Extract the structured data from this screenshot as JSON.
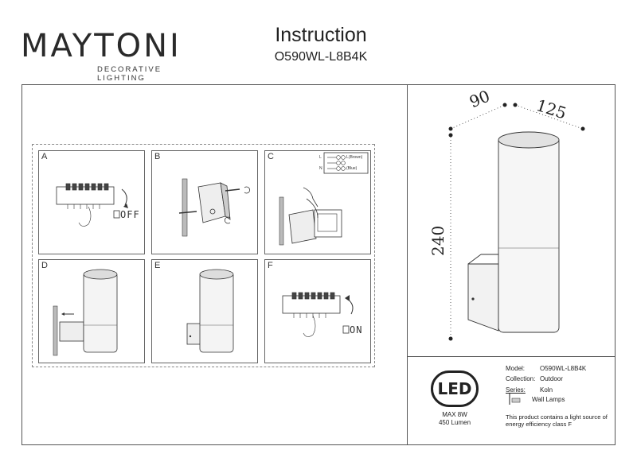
{
  "brand": {
    "name": "MAYTONI",
    "tagline": "DECORATIVE LIGHTING"
  },
  "header": {
    "title": "Instruction",
    "model": "O590WL-L8B4K"
  },
  "steps": [
    {
      "label": "A",
      "state_text": "OFF"
    },
    {
      "label": "B"
    },
    {
      "label": "C",
      "wire_labels": [
        "L",
        "N",
        "L(Brown)",
        "(Blue)"
      ]
    },
    {
      "label": "D"
    },
    {
      "label": "E"
    },
    {
      "label": "F",
      "state_text": "ON"
    }
  ],
  "dimensions": {
    "top_left": "90",
    "top_right": "125",
    "height": "240"
  },
  "led": {
    "badge": "LED",
    "power": "MAX 8W",
    "lumen": "450 Lumen"
  },
  "specs": {
    "model_label": "Model:",
    "model_value": "O590WL-L8B4K",
    "collection_label": "Collection:",
    "collection_value": "Outdoor",
    "series_label": "Series:",
    "series_value": "Koln",
    "type_value": "Wall Lamps",
    "note": "This product contains a light source of energy efficiency class F"
  }
}
